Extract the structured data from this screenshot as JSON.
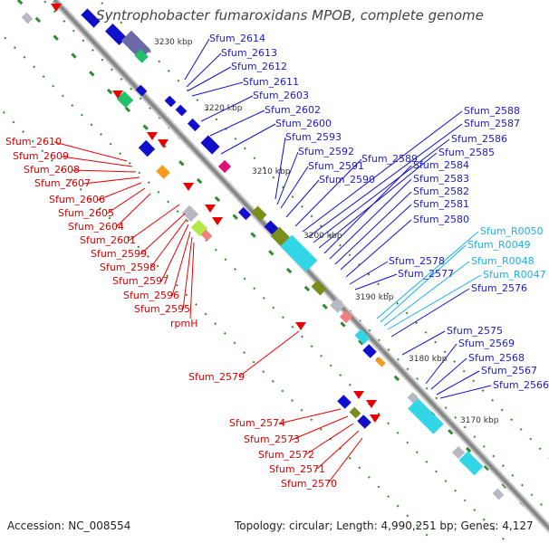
{
  "title": "Syntrophobacter fumaroxidans MPOB, complete genome",
  "accession": "Accession: NC_008554",
  "summary": "Topology: circular; Length: 4,990,251 bp; Genes: 4,127",
  "colors": {
    "red": "#e60000",
    "blue": "#1010cc",
    "cyan": "#1ab0e8",
    "backbone": "#888888",
    "dots": "#2e8b2e"
  },
  "scale_labels": [
    "3230 kbp",
    "3220 kbp",
    "3210 kbp",
    "3200 kbp",
    "3190 kbp",
    "3180 kbp",
    "3170 kbp"
  ],
  "left_labels": [
    "Sfum_2610",
    "Sfum_2609",
    "Sfum_2608",
    "Sfum_2607",
    "Sfum_2606",
    "Sfum_2605",
    "Sfum_2604",
    "Sfum_2601",
    "Sfum_2599",
    "Sfum_2598",
    "Sfum_2597",
    "Sfum_2596",
    "Sfum_2595",
    "rpmH",
    "Sfum_2579",
    "Sfum_2574",
    "Sfum_2573",
    "Sfum_2572",
    "Sfum_2571",
    "Sfum_2570"
  ],
  "right_labels": [
    "Sfum_2614",
    "Sfum_2613",
    "Sfum_2612",
    "Sfum_2611",
    "Sfum_2603",
    "Sfum_2602",
    "Sfum_2600",
    "Sfum_2593",
    "Sfum_2592",
    "Sfum_2591",
    "Sfum_2590",
    "Sfum_2589",
    "Sfum_2588",
    "Sfum_2587",
    "Sfum_2586",
    "Sfum_2585",
    "Sfum_2584",
    "Sfum_2583",
    "Sfum_2582",
    "Sfum_2581",
    "Sfum_2580",
    "Sfum_2578",
    "Sfum_2577",
    "Sfum_R0050",
    "Sfum_R0049",
    "Sfum_R0048",
    "Sfum_R0047",
    "Sfum_2576",
    "Sfum_2575",
    "Sfum_2569",
    "Sfum_2568",
    "Sfum_2567",
    "Sfum_2566"
  ]
}
